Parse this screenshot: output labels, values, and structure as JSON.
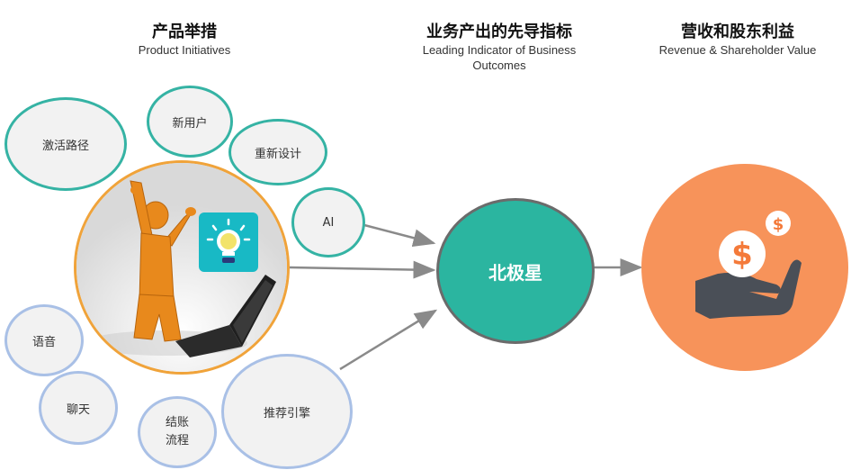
{
  "headings": {
    "initiatives": {
      "zh": "产品举措",
      "en": "Product Initiatives"
    },
    "leading": {
      "zh": "业务产出的先导指标",
      "en_line1": "Leading Indicator of Business",
      "en_line2": "Outcomes"
    },
    "revenue": {
      "zh": "营收和股东利益",
      "en": "Revenue & Shareholder Value"
    }
  },
  "initiatives": {
    "activation": "激活路径",
    "new_users": "新用户",
    "redesign": "重新设计",
    "ai": "AI",
    "voice": "语音",
    "chat": "聊天",
    "checkout_line1": "结账",
    "checkout_line2": "流程",
    "recommend": "推荐引擎"
  },
  "north_star": "北极星",
  "colors": {
    "teal": "#35b3a4",
    "blue": "#a9c0e6",
    "orange_ring": "#f0a33a",
    "north_star_fill": "#2bb5a0",
    "revenue_fill": "#f7935a",
    "arrow": "#8a8a8a"
  },
  "icons": [
    "person-celebrating-image",
    "lightbulb-icon",
    "laptop-icon",
    "dollar-coin-icon",
    "hand-icon"
  ]
}
